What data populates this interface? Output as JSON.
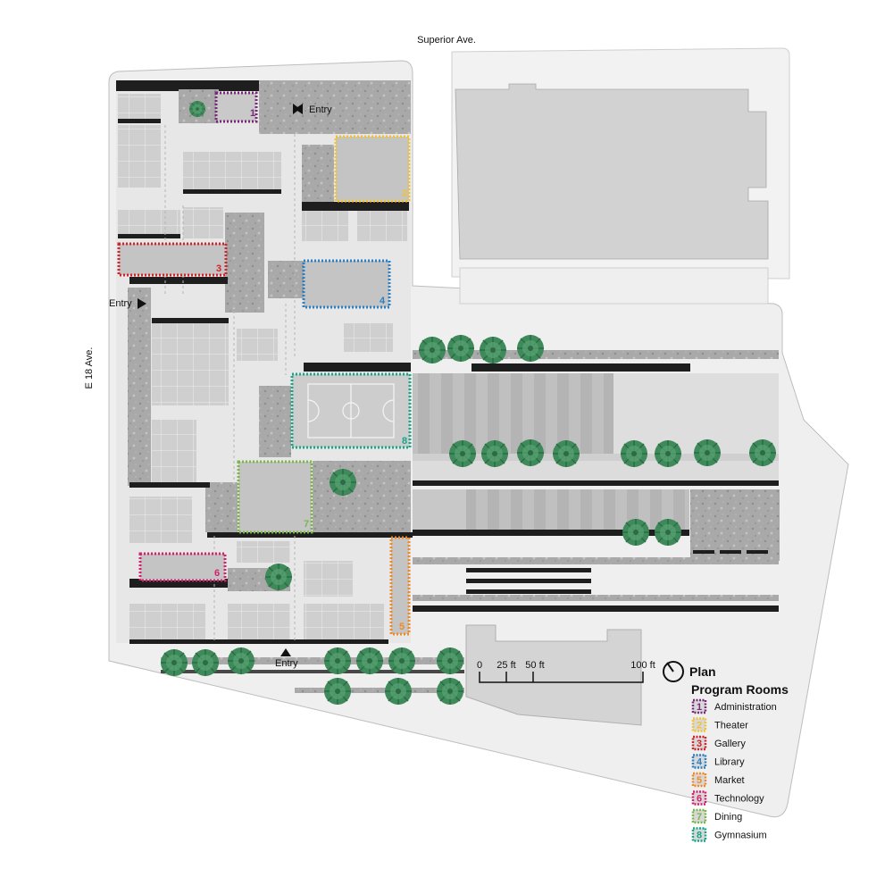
{
  "streets": {
    "north": "Superior Ave.",
    "west": "E 18 Ave."
  },
  "entries": {
    "north": "Entry",
    "west": "Entry",
    "south": "Entry"
  },
  "scale": {
    "ticks": [
      "0",
      "25 ft",
      "50 ft",
      "100 ft"
    ]
  },
  "plan_label": "Plan",
  "legend": {
    "title": "Program Rooms",
    "items": [
      {
        "number": "1",
        "label": "Administration",
        "color": "#7a2a7a"
      },
      {
        "number": "2",
        "label": "Theater",
        "color": "#f2c230"
      },
      {
        "number": "3",
        "label": "Gallery",
        "color": "#d2232a"
      },
      {
        "number": "4",
        "label": "Library",
        "color": "#2b7fc4"
      },
      {
        "number": "5",
        "label": "Market",
        "color": "#f08a24"
      },
      {
        "number": "6",
        "label": "Technology",
        "color": "#d61f6e"
      },
      {
        "number": "7",
        "label": "Dining",
        "color": "#7ab648"
      },
      {
        "number": "8",
        "label": "Gymnasium",
        "color": "#17a58a"
      }
    ]
  },
  "rooms": [
    {
      "number": "1",
      "color": "#7a2a7a"
    },
    {
      "number": "2",
      "color": "#f2c230"
    },
    {
      "number": "3",
      "color": "#d2232a"
    },
    {
      "number": "4",
      "color": "#2b7fc4"
    },
    {
      "number": "5",
      "color": "#f08a24"
    },
    {
      "number": "6",
      "color": "#d61f6e"
    },
    {
      "number": "7",
      "color": "#7ab648"
    },
    {
      "number": "8",
      "color": "#17a58a"
    }
  ],
  "icons": [
    "north-arrow-icon",
    "entry-arrow-icon",
    "tree-icon"
  ]
}
